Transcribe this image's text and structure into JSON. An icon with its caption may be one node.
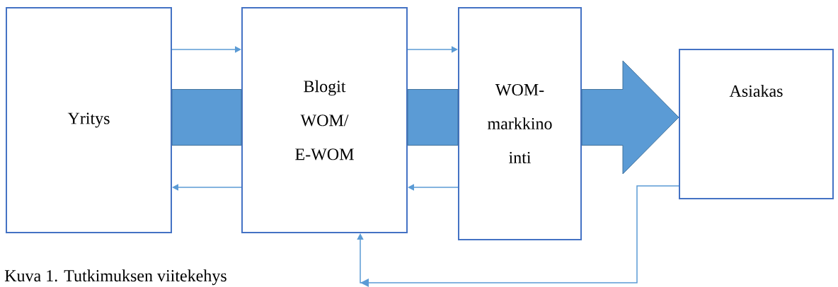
{
  "diagram": {
    "caption": "Kuva 1. Tutkimuksen viitekehys",
    "nodes": [
      {
        "text": [
          "Yritys"
        ]
      },
      {
        "text": [
          "Blogit WOM/ E-WOM"
        ]
      },
      {
        "text": [
          "WOM- markkino inti"
        ]
      },
      {
        "text": [
          "Asiakas"
        ]
      }
    ],
    "edges": [
      {
        "from": 0,
        "to": 1,
        "arrow": "to"
      },
      {
        "from": 0,
        "to": 1,
        "arrow": "none",
        "style": "thick"
      },
      {
        "from": 1,
        "to": 0,
        "arrow": "to"
      },
      {
        "from": 1,
        "to": 2,
        "arrow": "to"
      },
      {
        "from": 1,
        "to": 2,
        "arrow": "none",
        "style": "thick"
      },
      {
        "from": 2,
        "to": 1,
        "arrow": "to"
      },
      {
        "from": 2,
        "to": 3,
        "arrow": "to",
        "style": "thick"
      },
      {
        "from": 3,
        "to": 1,
        "arrow": "to"
      }
    ]
  }
}
